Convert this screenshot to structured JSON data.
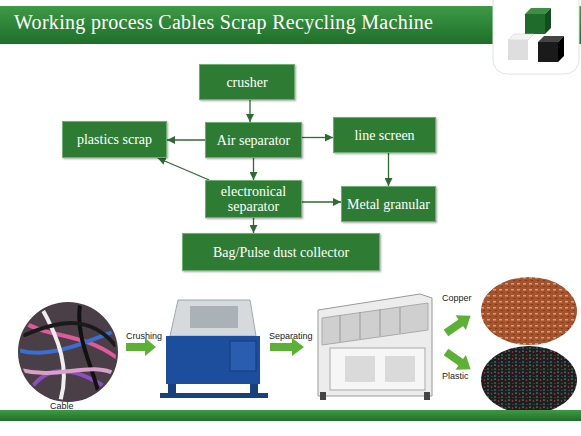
{
  "diagram": {
    "title": "Working process Cables Scrap Recycling Machine",
    "nodes": [
      {
        "text": [
          "crusher"
        ]
      },
      {
        "text": [
          "plastics scrap"
        ]
      },
      {
        "text": [
          "Air separator"
        ]
      },
      {
        "text": [
          "line screen"
        ]
      },
      {
        "text": [
          "electronical separator"
        ]
      },
      {
        "text": [
          "Metal granular"
        ]
      },
      {
        "text": [
          "Bag/Pulse dust collector"
        ]
      }
    ],
    "edges": [
      {
        "from": 0,
        "to": 2,
        "arrow": "to"
      },
      {
        "from": 2,
        "to": 1,
        "arrow": "to"
      },
      {
        "from": 2,
        "to": 3,
        "arrow": "to"
      },
      {
        "from": 2,
        "to": 4,
        "arrow": "to"
      },
      {
        "from": 4,
        "to": 1,
        "arrow": "to"
      },
      {
        "from": 3,
        "to": 5,
        "arrow": "to"
      },
      {
        "from": 4,
        "to": 5,
        "arrow": "to"
      },
      {
        "from": 4,
        "to": 6,
        "arrow": "to"
      }
    ],
    "labels": [
      "Crushing",
      "Separating",
      "Copper",
      "Plastic",
      "Cable"
    ]
  }
}
